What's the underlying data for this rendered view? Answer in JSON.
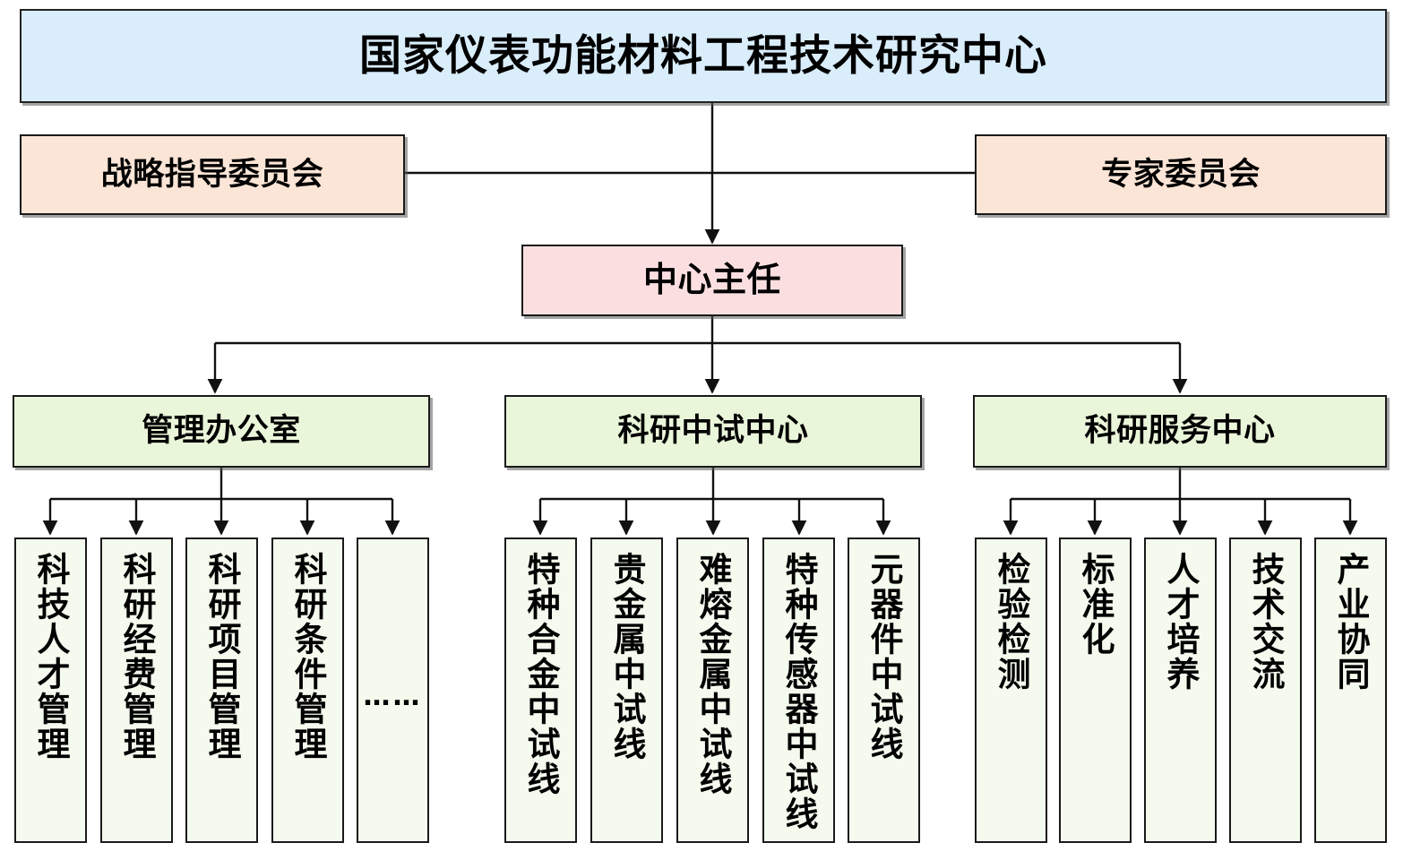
{
  "diagram": {
    "type": "organization-chart",
    "title_node": {
      "label": "国家仪表功能材料工程技术研究中心",
      "fill": "#d9edfb"
    },
    "committees": [
      {
        "label": "战略指导委员会",
        "fill": "#fbe5d6",
        "side": "left"
      },
      {
        "label": "专家委员会",
        "fill": "#fbe5d6",
        "side": "right"
      }
    ],
    "director": {
      "label": "中心主任",
      "fill": "#fbdfe0"
    },
    "centers": [
      {
        "label": "管理办公室",
        "fill": "#eaf6da",
        "children": [
          {
            "label": "科技人才管理"
          },
          {
            "label": "科研经费管理"
          },
          {
            "label": "科研项目管理"
          },
          {
            "label": "科研条件管理"
          },
          {
            "label": "……"
          }
        ]
      },
      {
        "label": "科研中试中心",
        "fill": "#eaf6da",
        "children": [
          {
            "label": "特种合金中试线"
          },
          {
            "label": "贵金属中试线"
          },
          {
            "label": "难熔金属中试线"
          },
          {
            "label": "特种传感器中试线"
          },
          {
            "label": "元器件中试线"
          }
        ]
      },
      {
        "label": "科研服务中心",
        "fill": "#eaf6da",
        "children": [
          {
            "label": "检验检测"
          },
          {
            "label": "标准化"
          },
          {
            "label": "人才培养"
          },
          {
            "label": "技术交流"
          },
          {
            "label": "产业协同"
          }
        ]
      }
    ],
    "colors": {
      "line": "#111111",
      "border": "#1a1a1a",
      "leaf_fill": "#f4fbee",
      "page_background": "#ffffff"
    }
  }
}
